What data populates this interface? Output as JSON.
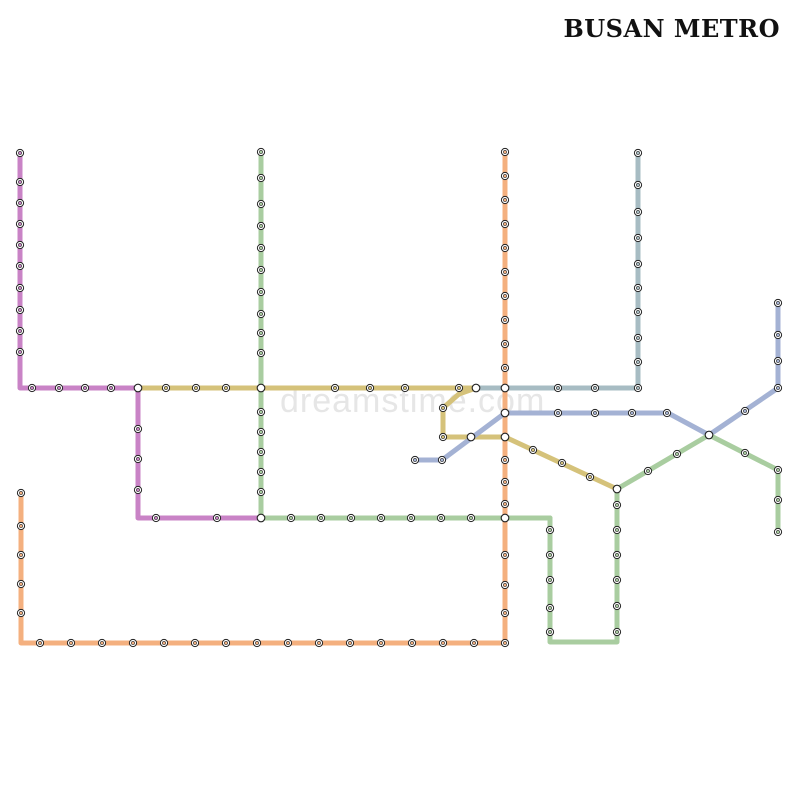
{
  "title": "BUSAN METRO",
  "watermark": "dreamstime.com",
  "colors": {
    "orange": "#f4b07f",
    "green": "#a9cda0",
    "purple": "#c983c6",
    "mustard": "#d5c27a",
    "steel": "#a7bcc3",
    "blue": "#a4b2d4",
    "station_outline": "#222222",
    "station_fill": "#ffffff"
  },
  "lines": [
    {
      "id": "line-orange",
      "color": "orange"
    },
    {
      "id": "line-green",
      "color": "green"
    },
    {
      "id": "line-purple",
      "color": "purple"
    },
    {
      "id": "line-mustard",
      "color": "mustard"
    },
    {
      "id": "line-steel",
      "color": "steel"
    },
    {
      "id": "line-blue",
      "color": "blue"
    },
    {
      "id": "line-green-east",
      "color": "green"
    },
    {
      "id": "line-green-loop",
      "color": "green"
    }
  ]
}
